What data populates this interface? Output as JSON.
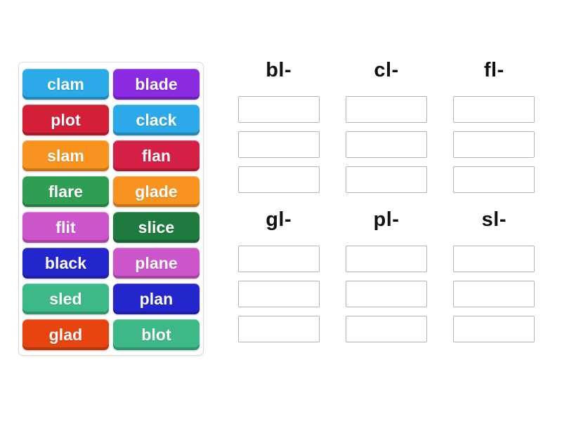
{
  "activity": {
    "type": "word-sort-drag-and-drop",
    "background_color": "#ffffff"
  },
  "tray": {
    "border_color": "#d9d9d9",
    "tiles": [
      {
        "label": "clam",
        "color": "#2BA9E8"
      },
      {
        "label": "blade",
        "color": "#8A2BE2"
      },
      {
        "label": "plot",
        "color": "#D32036"
      },
      {
        "label": "clack",
        "color": "#2BA9E8"
      },
      {
        "label": "slam",
        "color": "#F7931E"
      },
      {
        "label": "flan",
        "color": "#D42045"
      },
      {
        "label": "flare",
        "color": "#2E9E52"
      },
      {
        "label": "glade",
        "color": "#F7931E"
      },
      {
        "label": "flit",
        "color": "#CC55CC"
      },
      {
        "label": "slice",
        "color": "#1F7A3F"
      },
      {
        "label": "black",
        "color": "#2326CC"
      },
      {
        "label": "plane",
        "color": "#CC55CC"
      },
      {
        "label": "sled",
        "color": "#3CB987"
      },
      {
        "label": "plan",
        "color": "#2326CC"
      },
      {
        "label": "glad",
        "color": "#E8440F"
      },
      {
        "label": "blot",
        "color": "#3CB987"
      }
    ]
  },
  "categories": [
    {
      "title": "bl-",
      "slots": [
        "",
        "",
        ""
      ]
    },
    {
      "title": "cl-",
      "slots": [
        "",
        "",
        ""
      ]
    },
    {
      "title": "fl-",
      "slots": [
        "",
        "",
        ""
      ]
    },
    {
      "title": "gl-",
      "slots": [
        "",
        "",
        ""
      ]
    },
    {
      "title": "pl-",
      "slots": [
        "",
        "",
        ""
      ]
    },
    {
      "title": "sl-",
      "slots": [
        "",
        "",
        ""
      ]
    }
  ],
  "slot_style": {
    "border_color": "#b4b4b4",
    "fill_color": "#ffffff"
  }
}
